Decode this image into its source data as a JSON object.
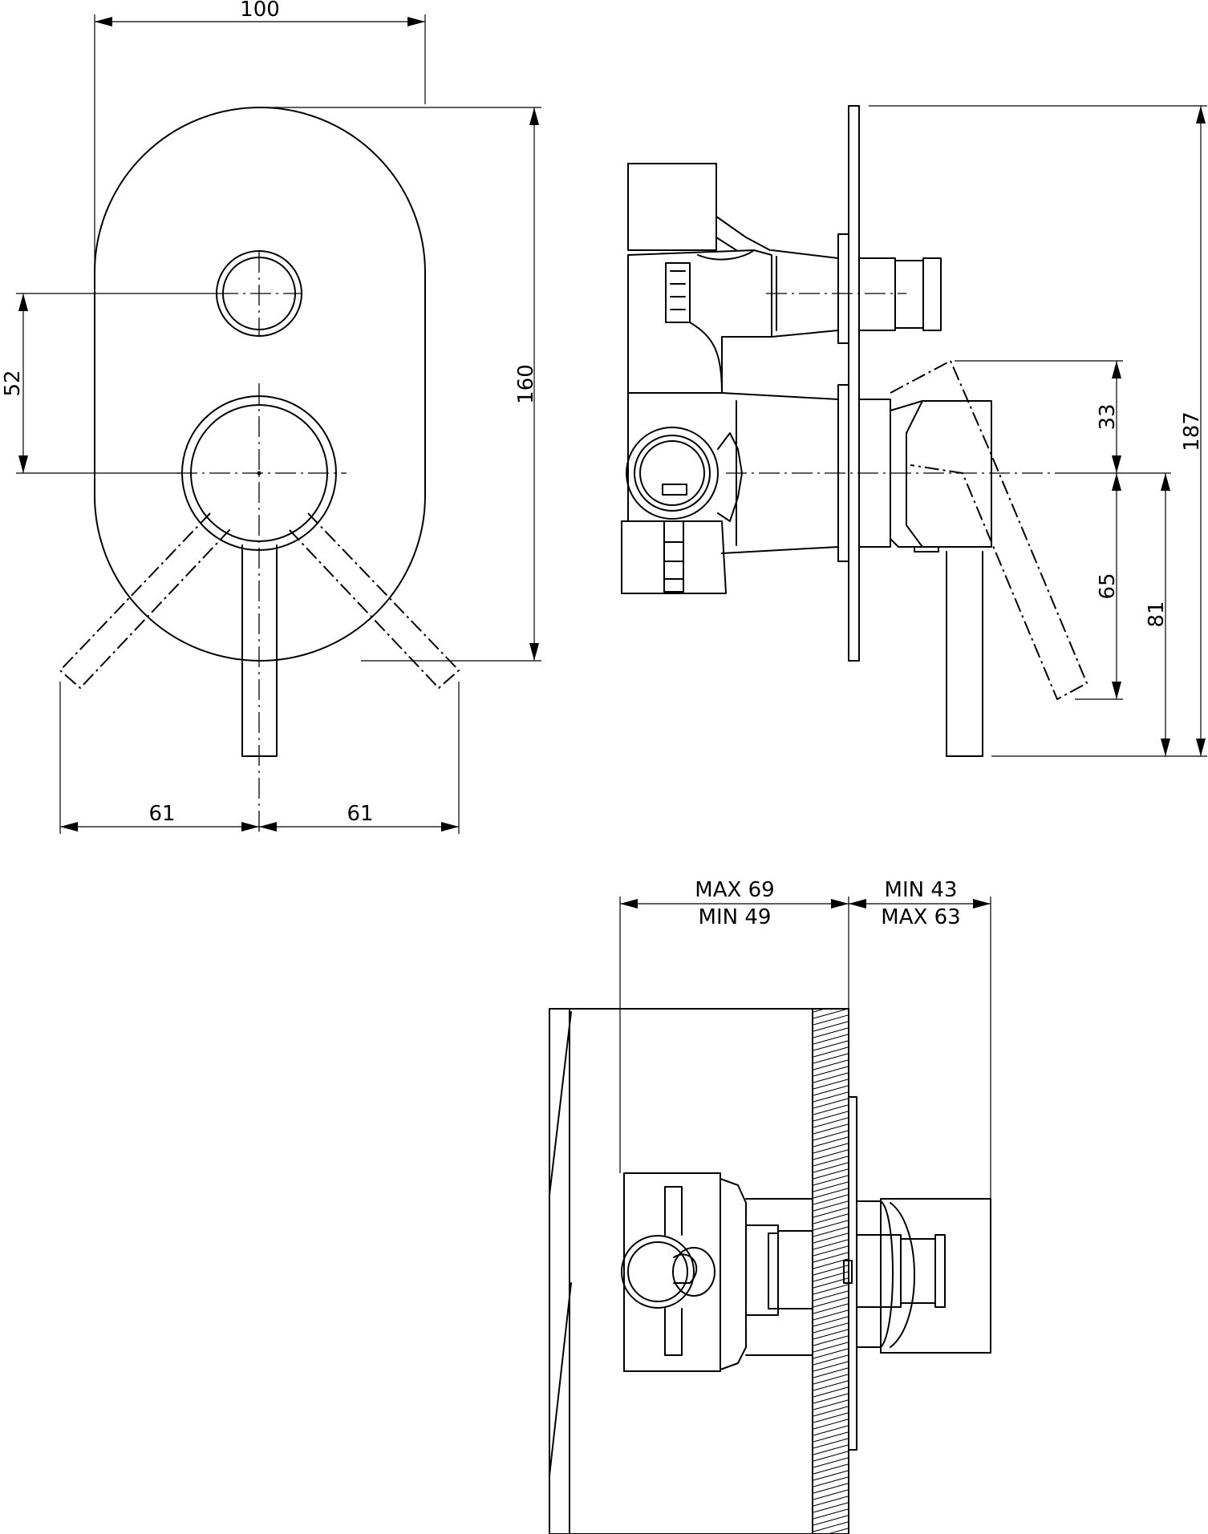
{
  "dimensions": {
    "front_width": "100",
    "front_height": "160",
    "spacing_52": "52",
    "lever_left_61": "61",
    "lever_right_61": "61",
    "side_total_187": "187",
    "side_33": "33",
    "side_65": "65",
    "side_81": "81"
  },
  "bottom_dims": {
    "left_max": "MAX 69",
    "left_min": "MIN 49",
    "right_min": "MIN 43",
    "right_max": "MAX 63"
  }
}
